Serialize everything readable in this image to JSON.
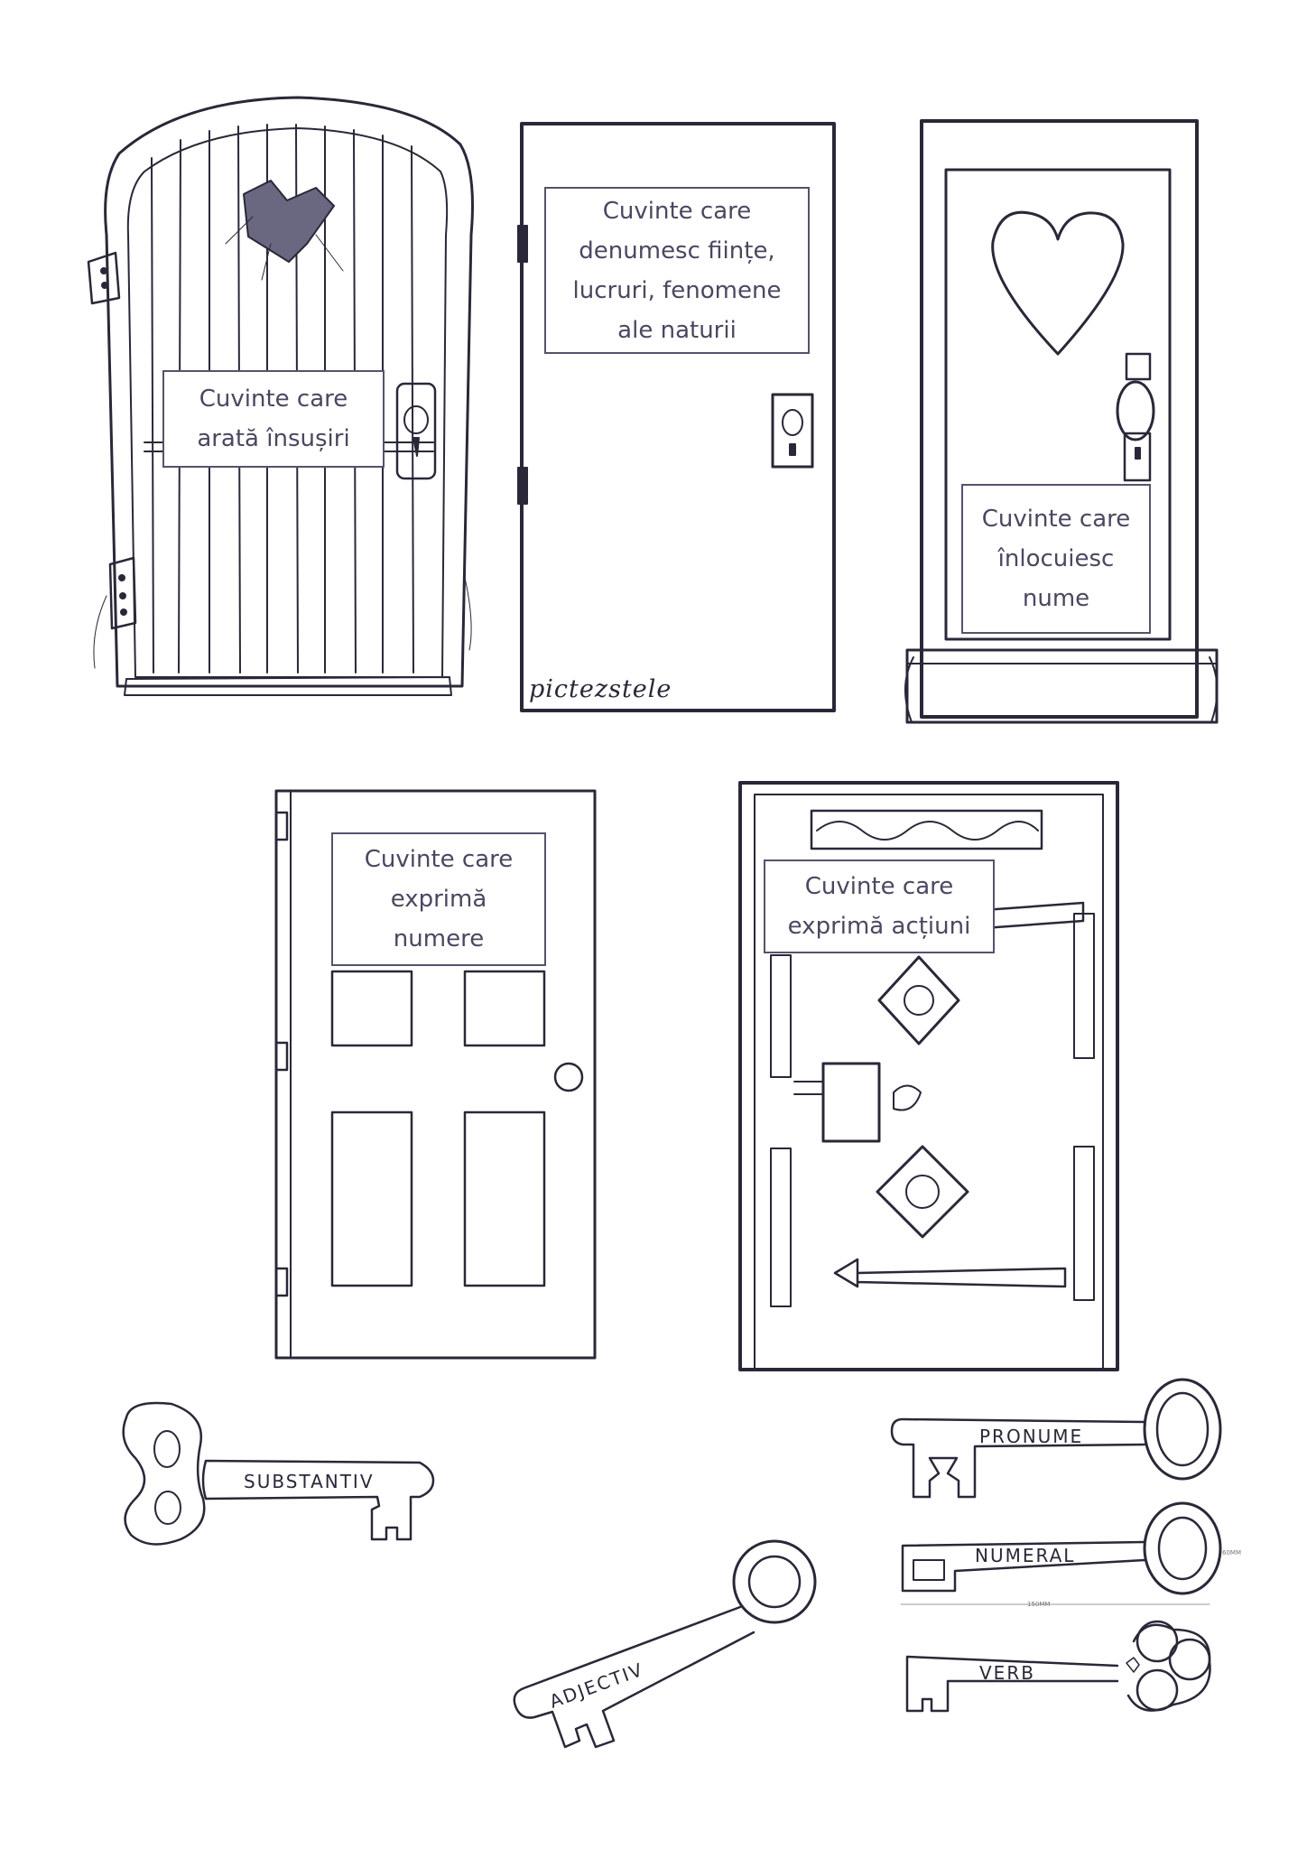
{
  "doors": [
    {
      "lines": [
        "Cuvinte care",
        "arată însușiri"
      ]
    },
    {
      "lines": [
        "Cuvinte care",
        "denumesc ființe,",
        "lucruri, fenomene",
        "ale naturii"
      ]
    },
    {
      "lines": [
        "Cuvinte care",
        "înlocuiesc",
        "nume"
      ]
    },
    {
      "lines": [
        "Cuvinte care",
        "exprimă",
        "numere"
      ]
    },
    {
      "lines": [
        "Cuvinte care",
        "exprimă acțiuni"
      ]
    }
  ],
  "signature": "pictezstele",
  "keys": {
    "substantiv": "SUBSTANTIV",
    "adjectiv": "ADJECTIV",
    "pronume": "PRONUME",
    "numeral": "NUMERAL",
    "verb": "VERB"
  },
  "measure": {
    "height": "60MM",
    "width": "150MM"
  },
  "colors": {
    "ink": "#2a2838",
    "label_text": "#4a4860"
  }
}
